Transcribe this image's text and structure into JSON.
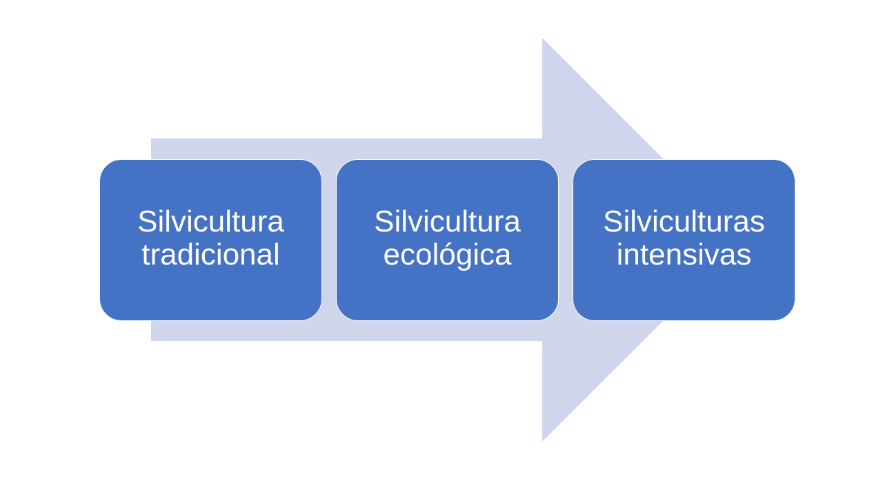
{
  "diagram": {
    "type": "process-arrow",
    "colors": {
      "arrow": "#CFD5EA",
      "box": "#4472C4",
      "box_border": "#FFFFFF",
      "text": "#FFFFFF"
    },
    "steps": [
      {
        "line1": "Silvicultura",
        "line2": "tradicional"
      },
      {
        "line1": "Silvicultura",
        "line2": "ecológica"
      },
      {
        "line1": "Silviculturas",
        "line2": "intensivas"
      }
    ]
  }
}
